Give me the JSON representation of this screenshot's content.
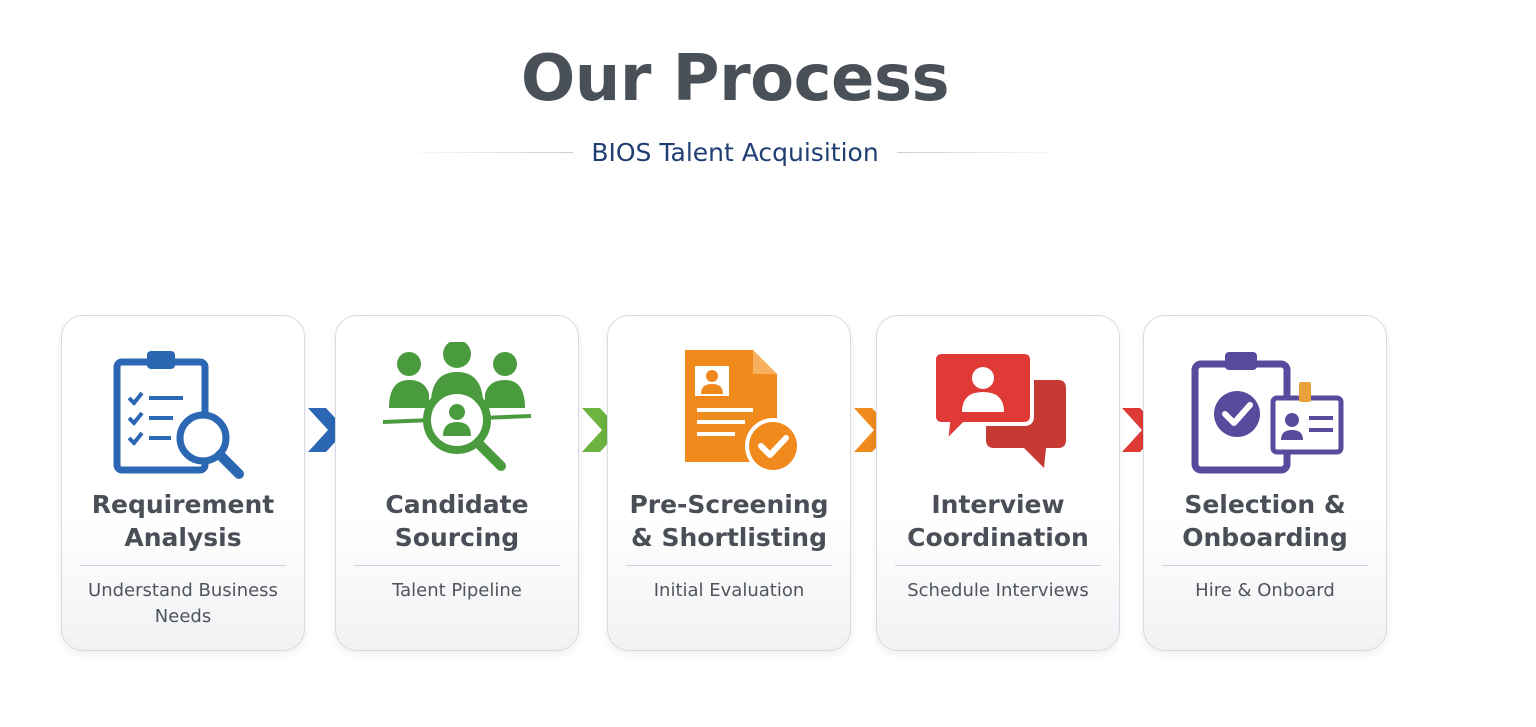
{
  "header": {
    "title": "Our Process",
    "subtitle": "BIOS Talent Acquisition"
  },
  "steps": [
    {
      "title": "Requirement\nAnalysis",
      "description": "Understand Business Needs",
      "icon": "clipboard-search-icon",
      "color": "#2b67b3"
    },
    {
      "title": "Candidate\nSourcing",
      "description": "Talent Pipeline",
      "icon": "people-search-icon",
      "color": "#4a9a3e"
    },
    {
      "title": "Pre-Screening\n& Shortlisting",
      "description": "Initial Evaluation",
      "icon": "resume-check-icon",
      "color": "#f08a1c"
    },
    {
      "title": "Interview\nCoordination",
      "description": "Schedule Interviews",
      "icon": "chat-bubbles-icon",
      "color": "#e03a36"
    },
    {
      "title": "Selection &\nOnboarding",
      "description": "Hire & Onboard",
      "icon": "clipboard-badge-icon",
      "color": "#5a4a9e"
    }
  ],
  "connectors": [
    {
      "icon": "chevron-right-icon",
      "color": "#2b67b3"
    },
    {
      "icon": "chevron-right-icon",
      "color": "#6cb33f"
    },
    {
      "icon": "chevron-right-icon",
      "color": "#f08a1c"
    },
    {
      "icon": "chevron-right-icon",
      "color": "#e03a36"
    }
  ]
}
